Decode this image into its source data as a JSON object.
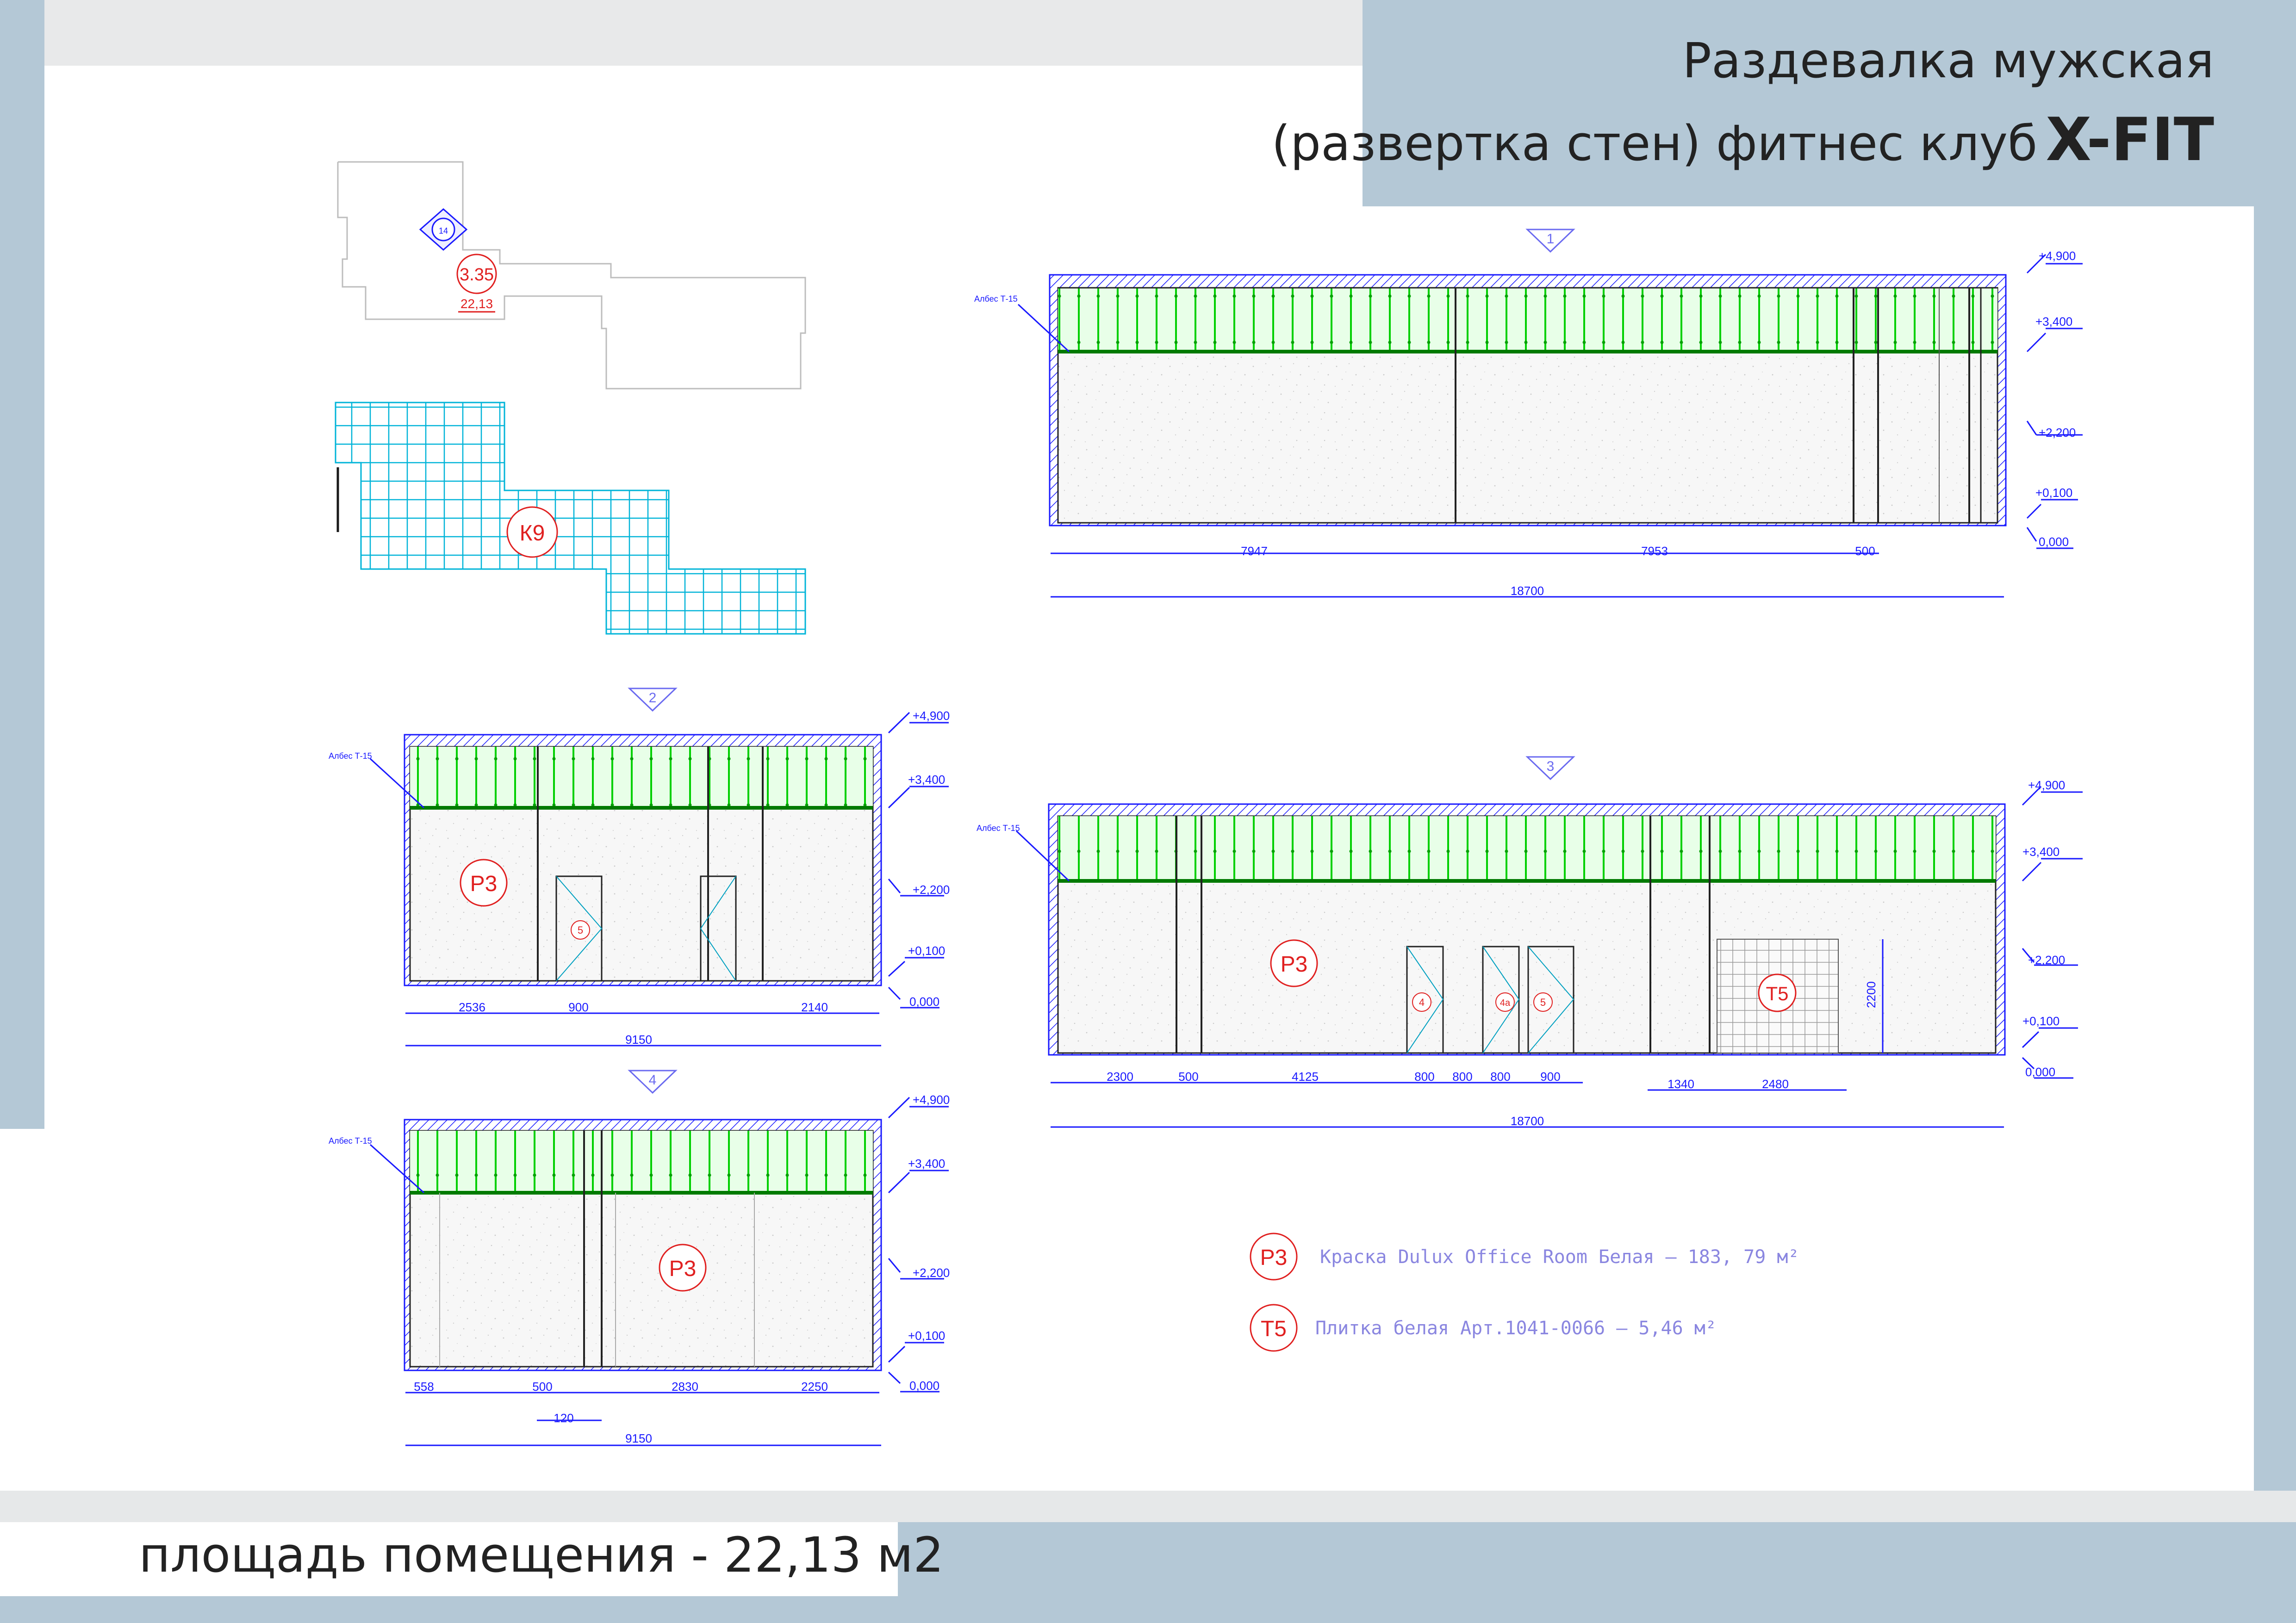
{
  "title": {
    "line1": "Раздевалка мужская",
    "line2": "(развертка стен) фитнес клуб",
    "brand": "X-FIT"
  },
  "footer": {
    "area": "площадь помещения - 22,13 м2"
  },
  "plan": {
    "room_number": "3.35",
    "room_area": "22,13",
    "view_marker": "14",
    "ceiling_tag": "К9"
  },
  "colors": {
    "line": "#1a1aff",
    "tag": "#e02020",
    "green": "#00d000",
    "panel": "#b4c8d6",
    "grid": "#00b4d8"
  },
  "levels": [
    "+4,900",
    "+3,400",
    "+2,200",
    "+0,100",
    "0,000"
  ],
  "ceiling_label": "Албес Т-15",
  "views": [
    {
      "id": "1",
      "segments": [
        "7947",
        "7953",
        "500"
      ],
      "total": "18700",
      "tags": []
    },
    {
      "id": "2",
      "segments": [
        "2536",
        "900",
        "2140"
      ],
      "total": "9150",
      "tags": [
        "Р3"
      ],
      "doors": [
        "5"
      ]
    },
    {
      "id": "3",
      "segments": [
        "2300",
        "500",
        "4125",
        "800",
        "800",
        "800",
        "900",
        "1340",
        "2480"
      ],
      "total": "18700",
      "tags": [
        "Р3",
        "Т5"
      ],
      "doors": [
        "4",
        "4а",
        "5"
      ],
      "tile_height": "2200"
    },
    {
      "id": "4",
      "segments": [
        "558",
        "500",
        "120",
        "2830",
        "2250"
      ],
      "total": "9150",
      "tags": [
        "Р3"
      ]
    }
  ],
  "legend": [
    {
      "code": "Р3",
      "text": "Краска Dulux Office Room Белая – 183, 79 м²"
    },
    {
      "code": "Т5",
      "text": "Плитка белая Арт.1041-0066 – 5,46 м²"
    }
  ]
}
